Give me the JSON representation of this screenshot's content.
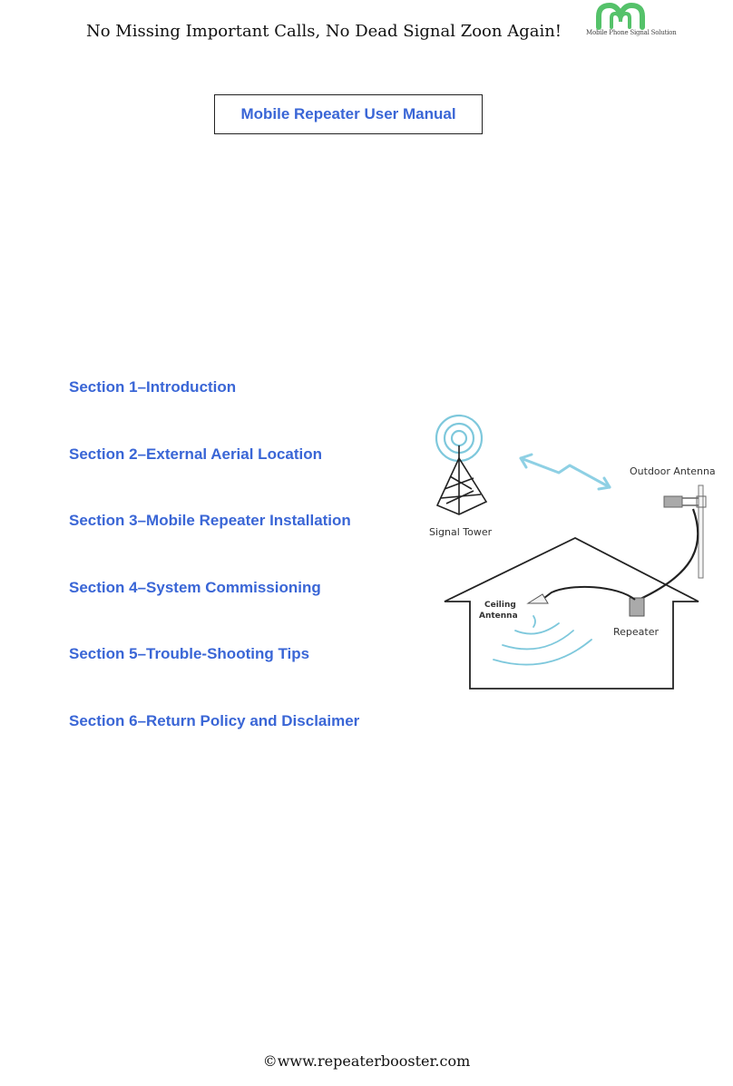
{
  "header": {
    "tagline": "No Missing Important Calls, No Dead Signal Zoon Again!",
    "logo_caption": "Mobile Phone Signal Solution"
  },
  "title": "Mobile Repeater User Manual",
  "toc": [
    "Section 1–Introduction",
    "Section 2–External Aerial Location",
    "Section 3–Mobile Repeater Installation",
    "Section 4–System Commissioning",
    "Section 5–Trouble-Shooting Tips",
    "Section 6–Return Policy and Disclaimer"
  ],
  "diagram": {
    "signal_tower_label": "Signal Tower",
    "outdoor_antenna_label": "Outdoor Antenna",
    "ceiling_antenna_label_line1": "Ceiling",
    "ceiling_antenna_label_line2": "Antenna",
    "repeater_label": "Repeater"
  },
  "footer": "©www.repeaterbooster.com",
  "colors": {
    "heading_blue": "#3a66d6",
    "signal_arc": "#7ec8dc",
    "arrow": "#8ed0e4",
    "logo_green": "#55c26a"
  }
}
